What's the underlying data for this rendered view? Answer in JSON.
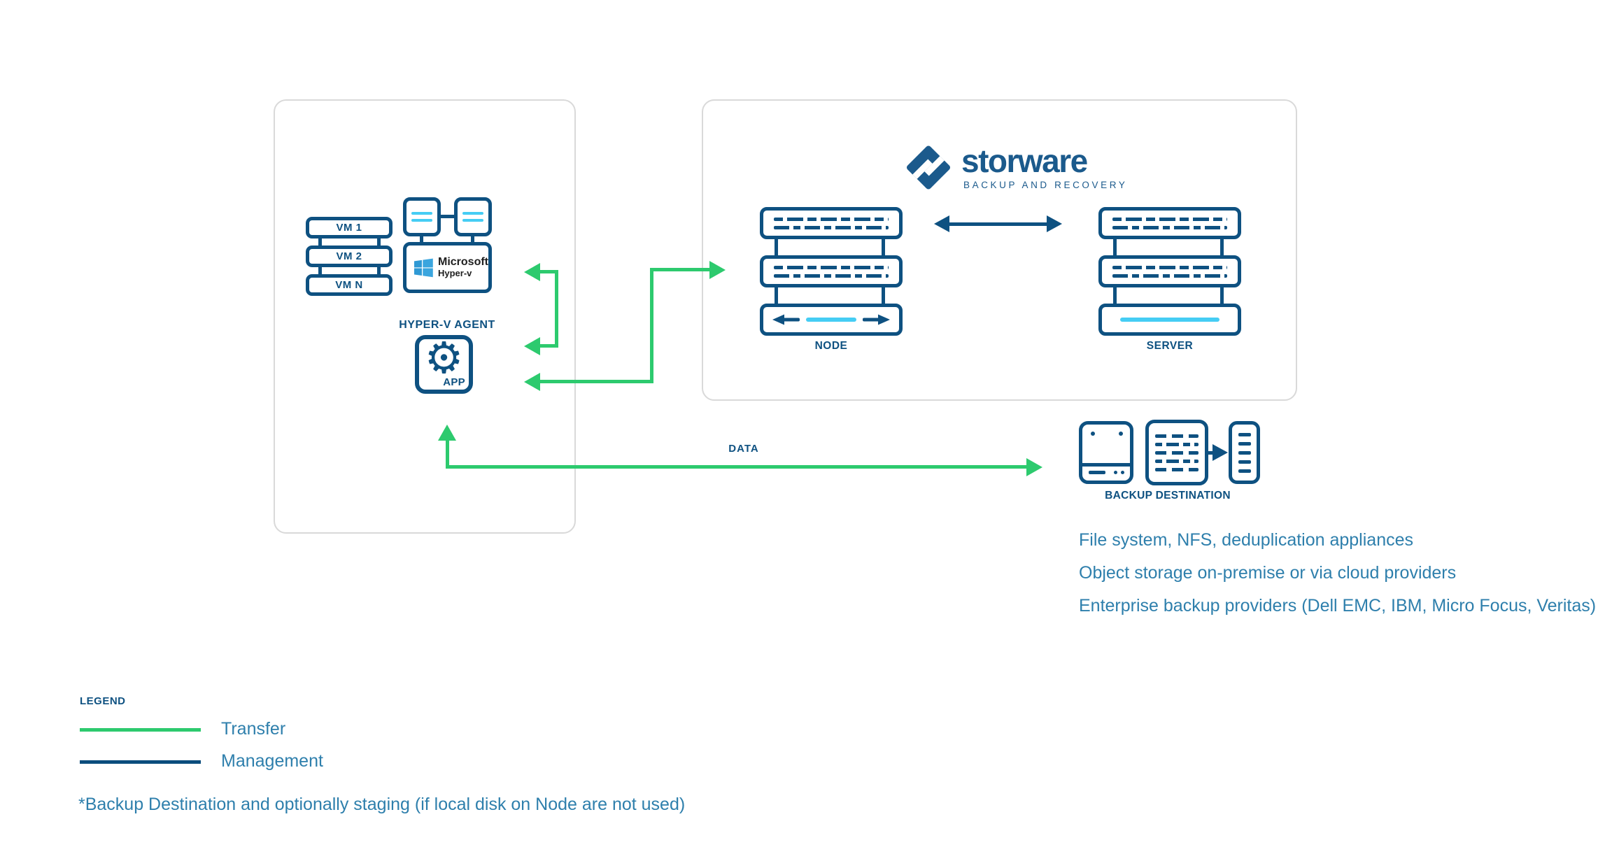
{
  "colors": {
    "navy": "#0e5181",
    "green": "#2dca6e",
    "cyan": "#45cdf4",
    "logo": "#1b5a8c",
    "textblue": "#2e7fac",
    "panelborder": "#d9d9d9",
    "mstext": "#1f1f1f"
  },
  "left_panel": {
    "vms": [
      "VM 1",
      "VM 2",
      "VM N"
    ],
    "microsoft": {
      "line1": "Microsoft",
      "line2": "Hyper-v"
    },
    "agent_label": "HYPER-V AGENT",
    "app_label": "APP"
  },
  "right_panel": {
    "logo_text": "storware",
    "logo_tagline": "BACKUP AND RECOVERY",
    "node_label": "NODE",
    "server_label": "SERVER"
  },
  "backup_destination": {
    "label": "BACKUP DESTINATION",
    "descriptions": [
      "File system, NFS, deduplication appliances",
      "Object storage on-premise or via cloud providers",
      "Enterprise backup providers (Dell EMC, IBM, Micro Focus, Veritas)"
    ]
  },
  "data_flow_label": "DATA",
  "legend": {
    "title": "LEGEND",
    "items": [
      {
        "label": "Transfer",
        "color": "#2dca6e"
      },
      {
        "label": "Management",
        "color": "#0b4d7d"
      }
    ],
    "footnote": "*Backup Destination and optionally staging (if local disk on Node are not used)"
  }
}
